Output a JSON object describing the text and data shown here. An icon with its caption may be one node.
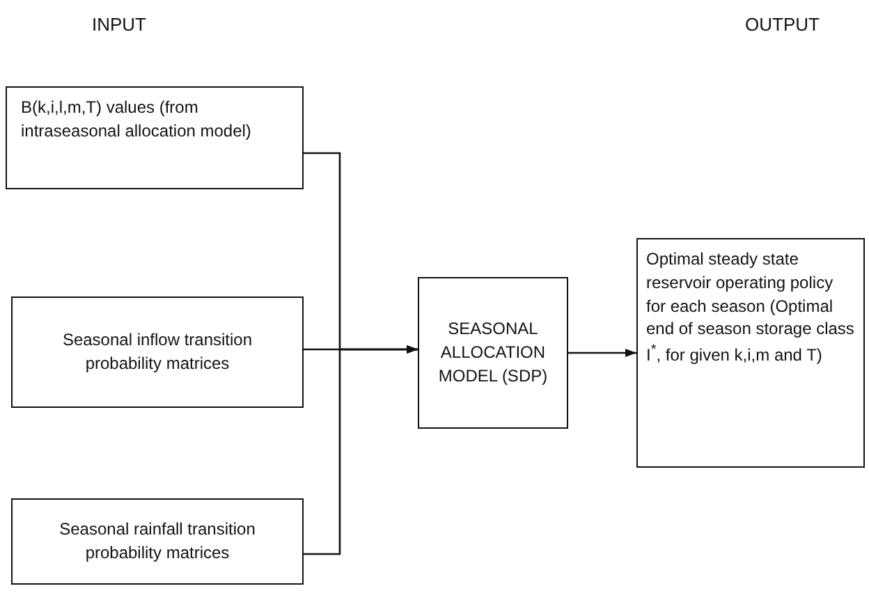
{
  "diagram": {
    "nodes": [
      {
        "text": [
          "B(k,i,l,m,T) values (from intraseasonal allocation model)"
        ]
      },
      {
        "text": [
          "Seasonal inflow transition probability matrices"
        ]
      },
      {
        "text": [
          "Seasonal rainfall transition probability matrices"
        ]
      },
      {
        "text": [
          "SEASONAL ALLOCATION MODEL (SDP)"
        ]
      },
      {
        "text": [
          "Optimal steady state reservoir operating policy for each season (Optimal end of season storage class I$^{*}$, for given k,i,m and T)"
        ]
      }
    ],
    "edges": [
      {
        "from": 0,
        "to": 3,
        "arrow": "to"
      },
      {
        "from": 1,
        "to": 3,
        "arrow": "to"
      },
      {
        "from": 2,
        "to": 3,
        "arrow": "to"
      },
      {
        "from": 3,
        "to": 4,
        "arrow": "to"
      }
    ],
    "labels": [
      "INPUT",
      "OUTPUT"
    ]
  }
}
